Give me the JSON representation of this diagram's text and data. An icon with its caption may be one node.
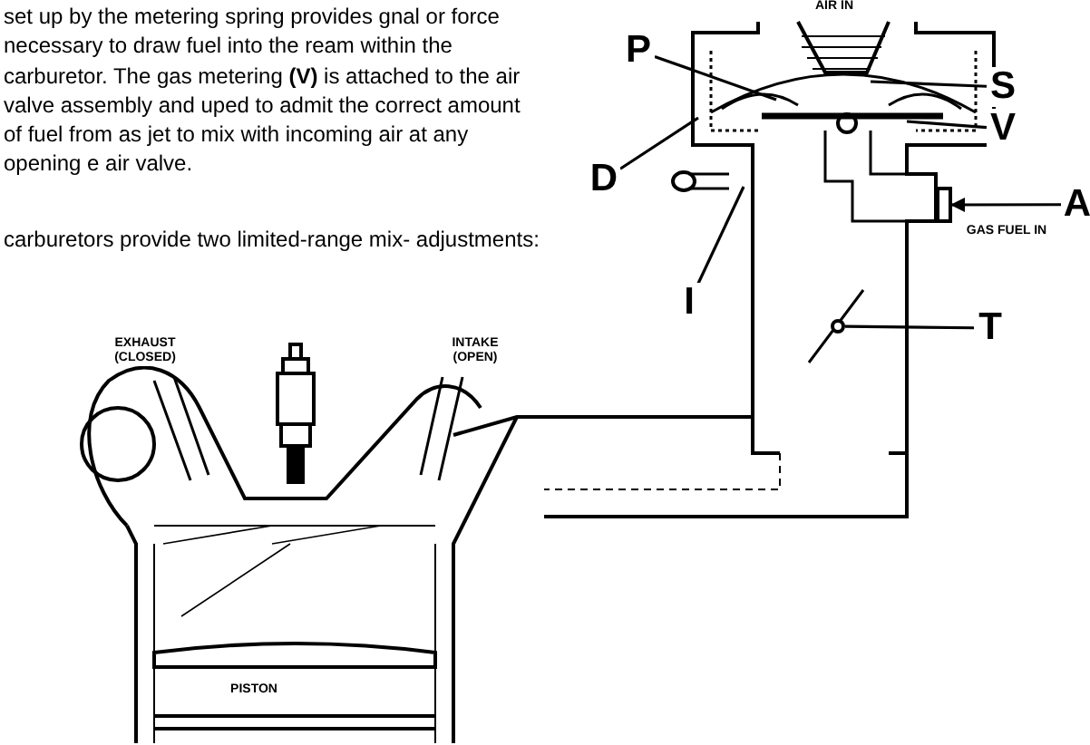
{
  "diagram": {
    "nodes": [
      {
        "text": [
          "P"
        ]
      },
      {
        "text": [
          "S"
        ]
      },
      {
        "text": [
          "V"
        ]
      },
      {
        "text": [
          "D"
        ]
      },
      {
        "text": [
          "A"
        ]
      },
      {
        "text": [
          "I"
        ]
      },
      {
        "text": [
          "T"
        ]
      },
      {
        "text": [],
        "shape": "circle"
      },
      {
        "text": [],
        "shape": "box"
      }
    ],
    "edges": [
      {
        "from": 0,
        "to": null,
        "arrow": "none"
      },
      {
        "from": 1,
        "to": null,
        "arrow": "none"
      },
      {
        "from": 2,
        "to": null,
        "arrow": "none"
      },
      {
        "from": 3,
        "to": null,
        "arrow": "none"
      },
      {
        "from": 4,
        "to": 8,
        "arrow": "to"
      },
      {
        "from": 5,
        "to": null,
        "arrow": "none"
      },
      {
        "from": 6,
        "to": 7,
        "arrow": "none"
      }
    ],
    "labels": [
      "set up by the metering spring provides gnal or force necessary to draw fuel into the ream within the carburetor. The gas metering **(V)** is attached to the air valve assembly and uped to admit the correct amount of fuel from as jet to mix with incoming air at any opening e air valve.",
      "carburetors provide two limited-range mix- adjustments:",
      "AIR IN",
      "GAS FUEL IN",
      "EXHAUST (CLOSED)",
      "INTAKE (OPEN)",
      "PISTON"
    ]
  }
}
